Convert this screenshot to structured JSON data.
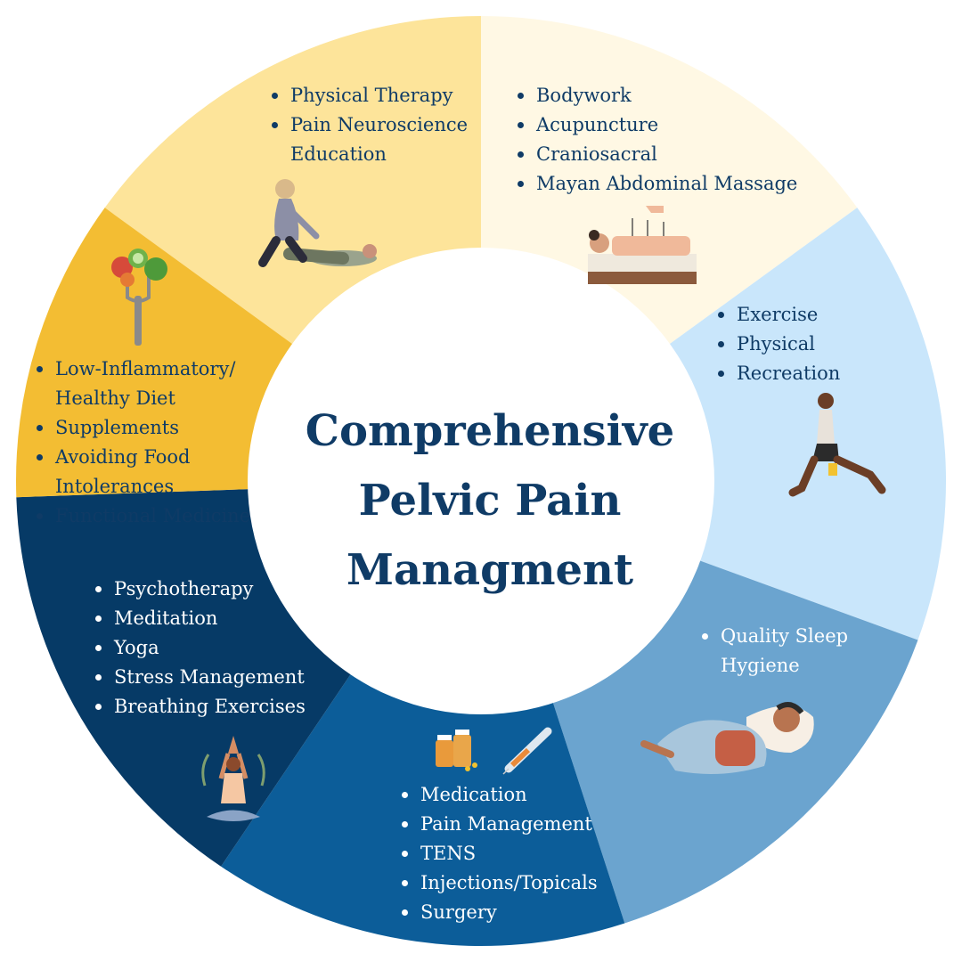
{
  "title": {
    "line1": "Comprehensive",
    "line2": "Pelvic Pain",
    "line3": "Managment"
  },
  "colors": {
    "physical_therapy": "#fde49a",
    "bodywork": "#fff8e4",
    "exercise": "#c9e6fb",
    "sleep": "#6ba4cf",
    "medication": "#0c5d99",
    "mind_body": "#063a66",
    "diet": "#f3bd33",
    "title_text": "#0f3b66"
  },
  "segments": {
    "physical_therapy": {
      "items": [
        "Physical Therapy",
        "Pain Neuroscience",
        "Education"
      ],
      "icon": "physical-therapy-illustration"
    },
    "bodywork": {
      "items": [
        "Bodywork",
        "Acupuncture",
        "Craniosacral",
        "Mayan Abdominal Massage"
      ],
      "icon": "acupuncture-illustration"
    },
    "exercise": {
      "items": [
        "Exercise",
        "Physical",
        "Recreation"
      ],
      "icon": "lunge-exercise-illustration"
    },
    "sleep": {
      "items": [
        "Quality Sleep",
        "Hygiene"
      ],
      "icon": "sleeping-person-illustration"
    },
    "medication": {
      "items": [
        "Medication",
        "Pain Management",
        "TENS",
        "Injections/Topicals",
        "Surgery"
      ],
      "icon": "medicine-syringe-illustration"
    },
    "mind_body": {
      "items": [
        "Psychotherapy",
        "Meditation",
        "Yoga",
        "Stress Management",
        "Breathing Exercises"
      ],
      "icon": "yoga-meditation-illustration"
    },
    "diet": {
      "items": [
        "Low-Inflammatory/",
        "Healthy Diet",
        "Supplements",
        "Avoiding Food",
        "Intolerances",
        "Functional Medicine"
      ],
      "icon": "fork-vegetables-illustration"
    }
  }
}
